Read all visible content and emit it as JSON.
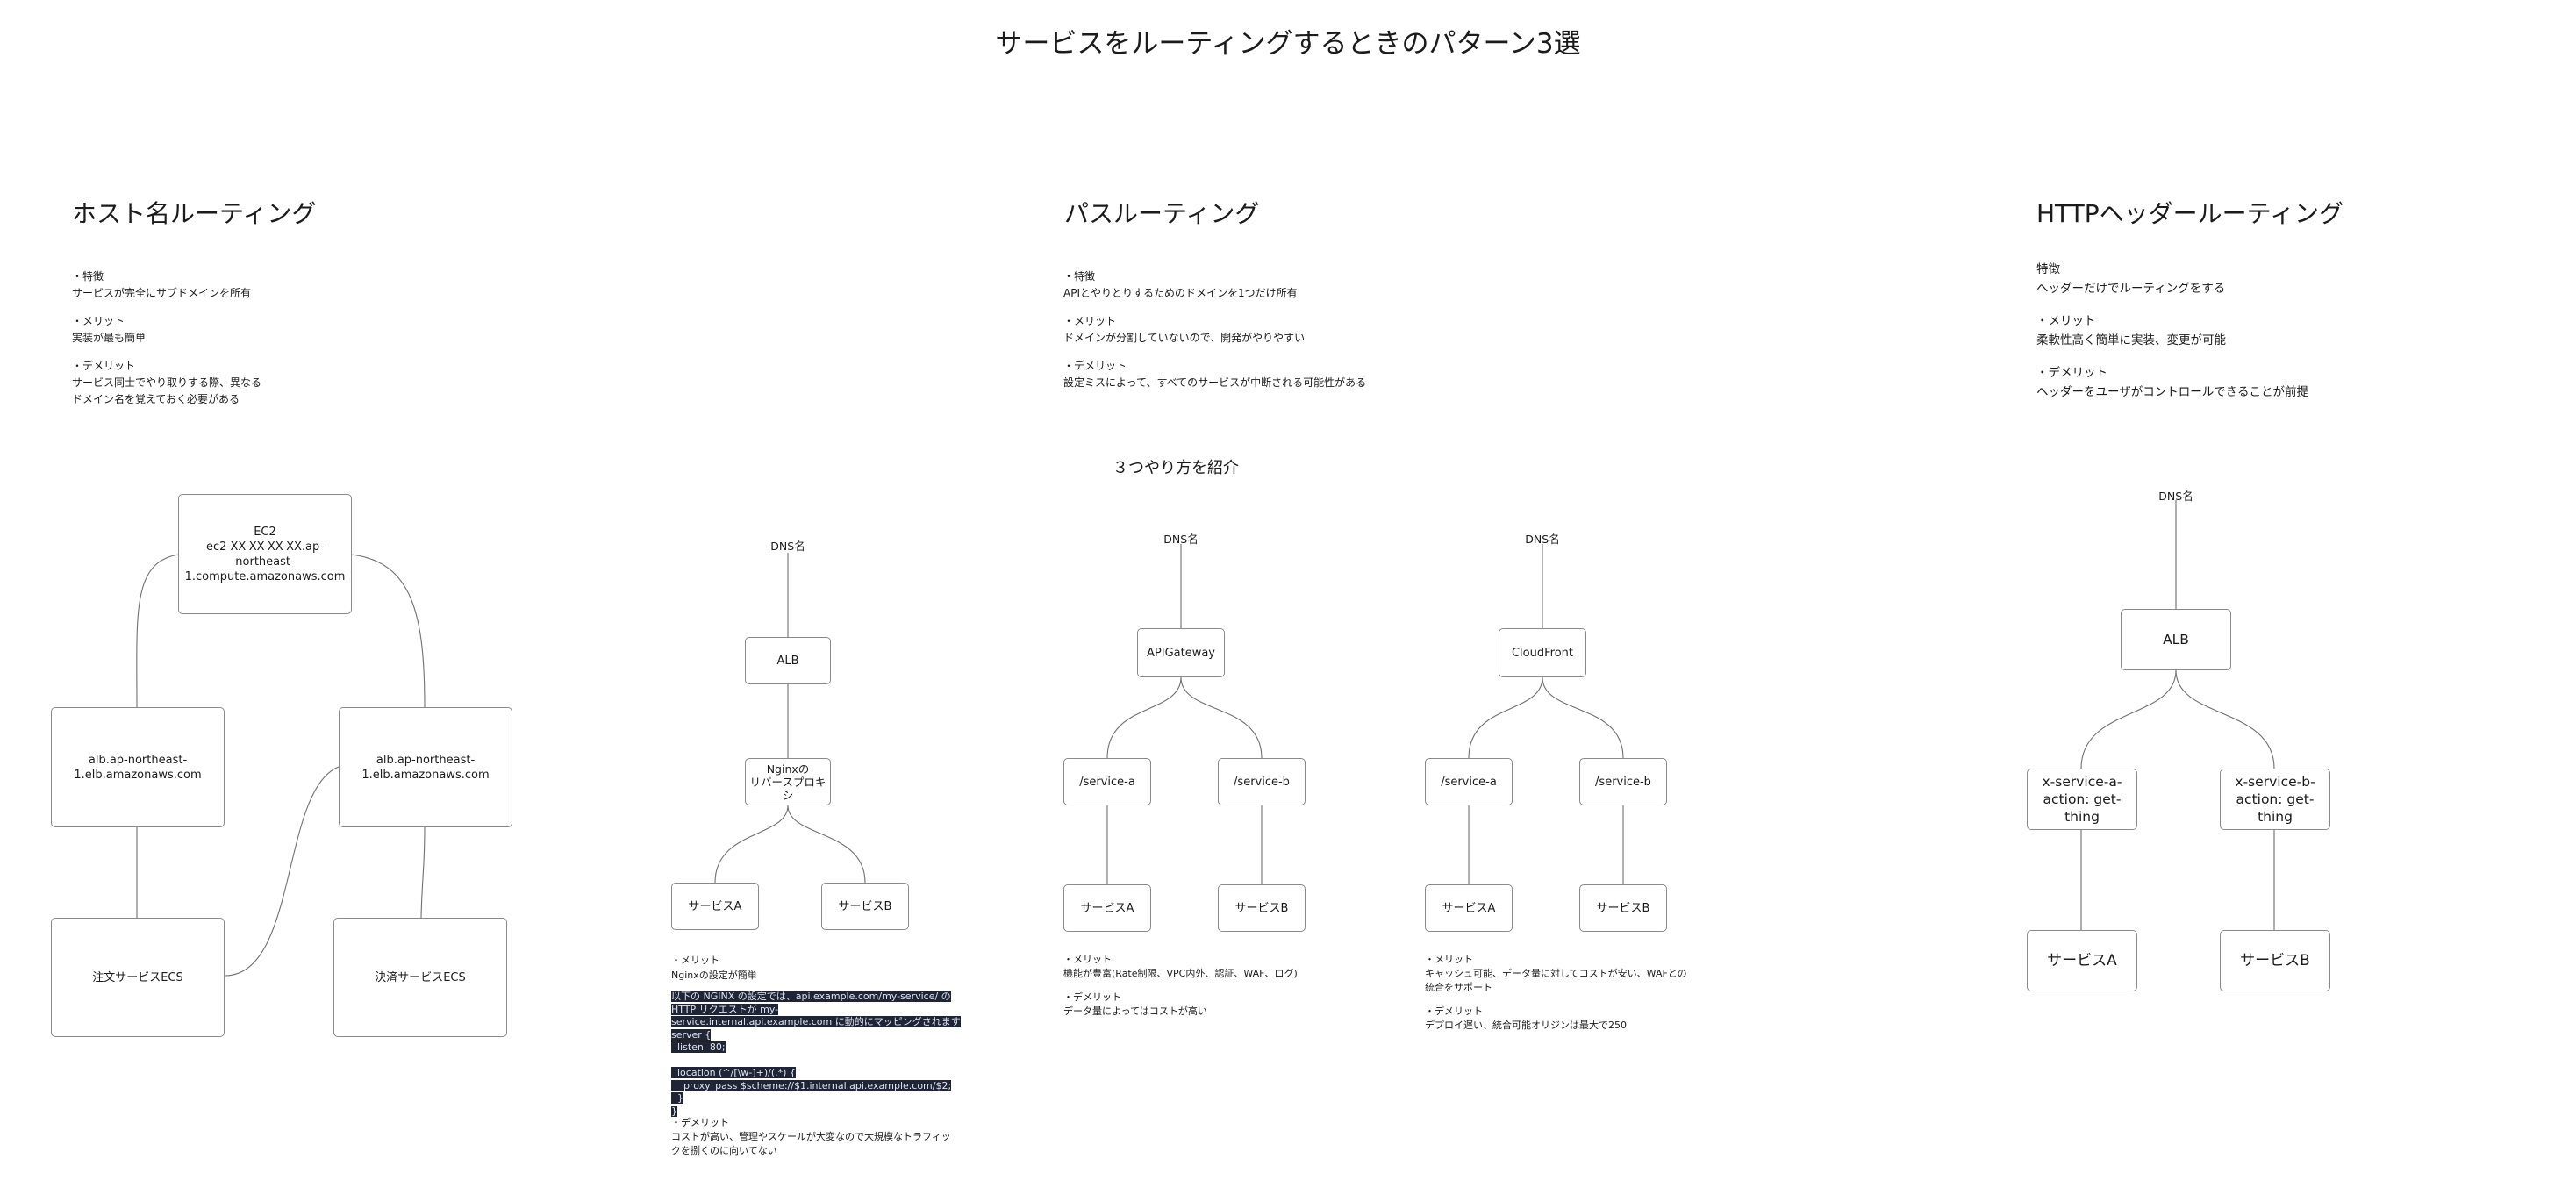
{
  "title": "サービスをルーティングするときのパターン3選",
  "host": {
    "heading": "ホスト名ルーティング",
    "notes": [
      [
        "・特徴",
        "サービスが完全にサブドメインを所有"
      ],
      [
        "・メリット",
        "実装が最も簡単"
      ],
      [
        "・デメリット",
        "サービス同士でやり取りする際、異なる",
        "ドメイン名を覚えておく必要がある"
      ]
    ],
    "nodes": {
      "ec2": "EC2\nec2-XX-XX-XX-XX.ap-northeast-1.compute.amazonaws.com",
      "alb1": "alb.ap-northeast-1.elb.amazonaws.com",
      "alb2": "alb.ap-northeast-1.elb.amazonaws.com",
      "ecs1": "注文サービスECS",
      "ecs2": "決済サービスECS"
    }
  },
  "path": {
    "heading": "パスルーティング",
    "notes": [
      [
        "・特徴",
        "APIとやりとりするためのドメインを1つだけ所有"
      ],
      [
        "・メリット",
        "ドメインが分割していないので、開発がやりやすい"
      ],
      [
        "・デメリット",
        "設定ミスによって、すべてのサービスが中断される可能性がある"
      ]
    ],
    "subheading": "３つやり方を紹介",
    "nginx": {
      "dns": "DNS名",
      "alb": "ALB",
      "proxy": "Nginxの\nリバースプロキシ",
      "svcA": "サービスA",
      "svcB": "サービスB",
      "merit_label": "・メリット",
      "merit": "Nginxの設定が簡単",
      "code": [
        "以下の NGINX の設定では、api.example.com/my-service/ の",
        "HTTP リクエストが my-",
        "service.internal.api.example.com に動的にマッピングされます",
        "server {",
        "  listen  80;",
        "",
        "  location (^/[\\w-]+)/(.*) {",
        "    proxy_pass $scheme://$1.internal.api.example.com/$2;",
        "  }",
        "}"
      ],
      "demerit_label": "・デメリット",
      "demerit": [
        "コストが高い、管理やスケールが大変なので大規模なトラフィッ",
        "クを捌くのに向いてない"
      ]
    },
    "apigw": {
      "dns": "DNS名",
      "gw": "APIGateway",
      "routeA": "/service-a",
      "routeB": "/service-b",
      "svcA": "サービスA",
      "svcB": "サービスB",
      "merit_label": "・メリット",
      "merit": "機能が豊富(Rate制限、VPC内外、認証、WAF、ログ)",
      "demerit_label": "・デメリット",
      "demerit": "データ量によってはコストが高い"
    },
    "cloudfront": {
      "dns": "DNS名",
      "cf": "CloudFront",
      "routeA": "/service-a",
      "routeB": "/service-b",
      "svcA": "サービスA",
      "svcB": "サービスB",
      "merit_label": "・メリット",
      "merit": [
        "キャッシュ可能、データ量に対してコストが安い、WAFとの",
        "統合をサポート"
      ],
      "demerit_label": "・デメリット",
      "demerit": "デプロイ遅い、統合可能オリジンは最大で250"
    }
  },
  "header": {
    "heading": "HTTPヘッダールーティング",
    "notes": [
      [
        "特徴",
        "ヘッダーだけでルーティングをする"
      ],
      [
        "・メリット",
        "柔軟性高く簡単に実装、変更が可能"
      ],
      [
        "・デメリット",
        "ヘッダーをユーザがコントロールできることが前提"
      ]
    ],
    "dns": "DNS名",
    "alb": "ALB",
    "hdrA": "x-service-a-\naction: get-thing",
    "hdrB": "x-service-b-\naction: get-thing",
    "svcA": "サービスA",
    "svcB": "サービスB"
  }
}
